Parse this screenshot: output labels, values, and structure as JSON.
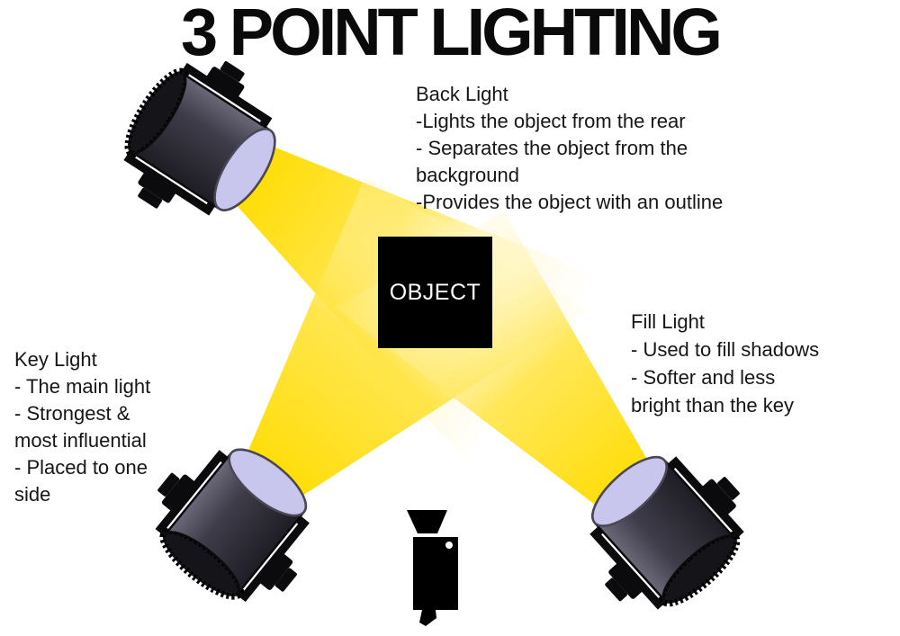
{
  "title": "3 POINT LIGHTING",
  "object": {
    "label": "OBJECT"
  },
  "lights": {
    "back": {
      "heading": "Back Light",
      "lines": [
        "-Lights the object from the rear",
        "- Separates the object from the",
        "background",
        "-Provides the object with an outline"
      ]
    },
    "key": {
      "heading": "Key Light",
      "lines": [
        "- The main light",
        "- Strongest &",
        "most influential",
        "- Placed to one",
        "side"
      ]
    },
    "fill": {
      "heading": "Fill Light",
      "lines": [
        "- Used to fill shadows",
        "- Softer and less",
        "bright than the key"
      ]
    }
  },
  "icons": {
    "spotlights": [
      "back-light-spotlight-icon",
      "key-light-spotlight-icon",
      "fill-light-spotlight-icon"
    ],
    "camera": "camera-icon"
  },
  "colors": {
    "beam_yellow": "#FFDC00",
    "beam_fade": "#FFF1A0",
    "lens_lavender": "#C9C6EE",
    "fixture_body_dark": "#232129",
    "fixture_body_light": "#63606F",
    "ink": "#000000",
    "background": "#FFFFFF"
  }
}
